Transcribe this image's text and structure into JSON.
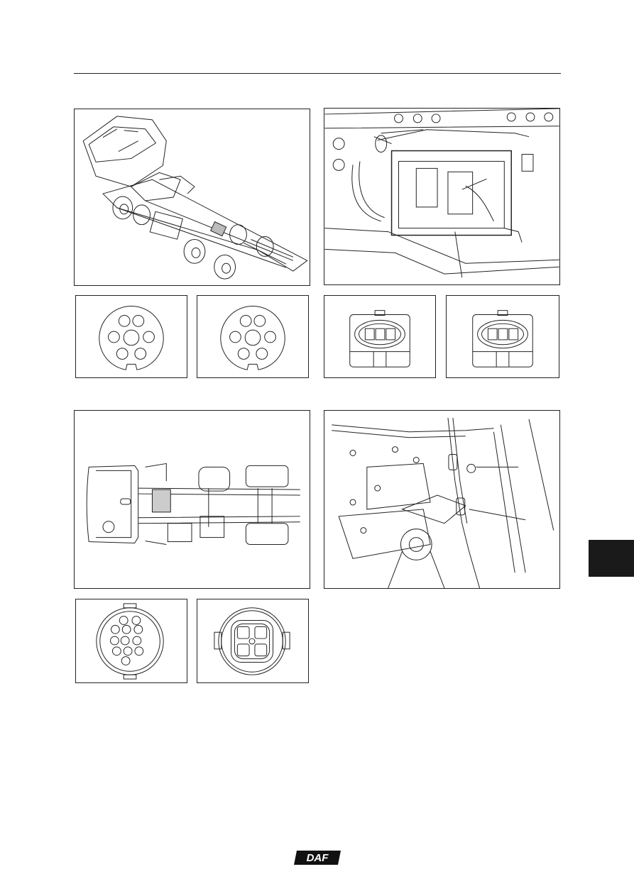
{
  "page": {
    "logo_text": "DAF",
    "figures": [
      {
        "id": "fig-truck-cab-tilted",
        "label": ""
      },
      {
        "id": "fig-ecu-bracket-photo",
        "label": ""
      },
      {
        "id": "fig-connector-7pin-a",
        "label": ""
      },
      {
        "id": "fig-connector-7pin-b",
        "label": ""
      },
      {
        "id": "fig-connector-3pin-a",
        "label": ""
      },
      {
        "id": "fig-connector-3pin-b",
        "label": ""
      },
      {
        "id": "fig-chassis-topview",
        "label": ""
      },
      {
        "id": "fig-gearbox-sensor",
        "label": ""
      },
      {
        "id": "fig-connector-12pin",
        "label": ""
      },
      {
        "id": "fig-connector-4pin",
        "label": ""
      }
    ]
  },
  "colors": {
    "line": "#222222",
    "tab": "#1a1a1a",
    "background": "#ffffff"
  }
}
